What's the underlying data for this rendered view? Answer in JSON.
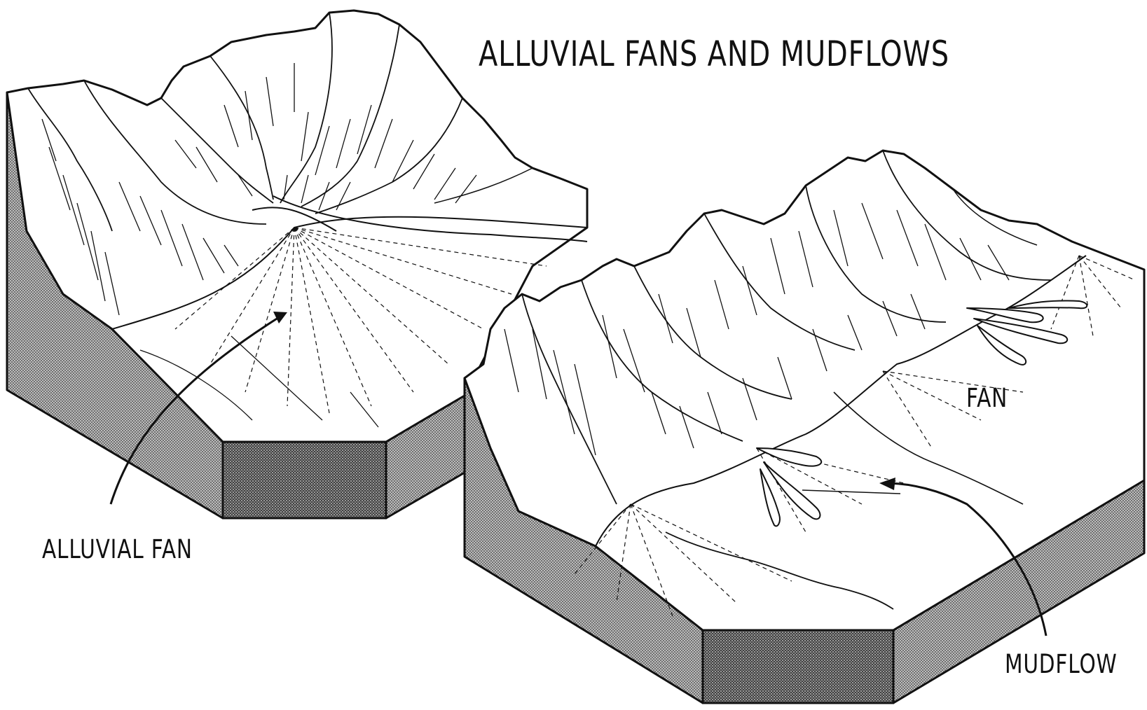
{
  "title": "ALLUVIAL FANS AND MUDFLOWS",
  "labels": {
    "alluvial_fan": "ALLUVIAL FAN",
    "fan": "FAN",
    "mudflow": "MUDFLOW"
  },
  "colors": {
    "ink": "#111111",
    "paper": "#ffffff",
    "block_side": "#8f8f8f"
  }
}
